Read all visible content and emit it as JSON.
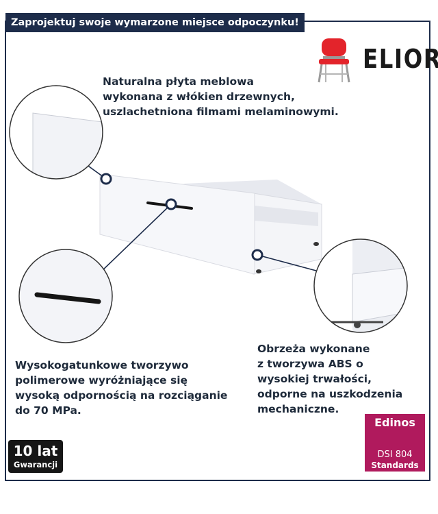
{
  "banner": {
    "title": "Zaprojektuj swoje wymarzone miejsce odpoczynku!"
  },
  "brand": {
    "name": "ELIOR",
    "icon": "chair-icon",
    "accent": "#e3242b"
  },
  "features": {
    "board": "Naturalna płyta meblowa\nwykonana z włókien drzewnych,\nuszlachetniona filmami melaminowymi.",
    "handle": "Wysokogatunkowe tworzywo\npolimerowe wyróżniające się\nwysoką odpornością na rozciąganie\ndo 70 MPa.",
    "edge": "Obrzeża wykonane\nz tworzywa ABS o\nwysokiej trwałości,\nodporne na uszkodzenia\nmechaniczne."
  },
  "badges": {
    "warranty_years": "10 lat",
    "warranty_label": "Gwarancji",
    "edinos_name": "Edinos",
    "edinos_code": "DSI 804",
    "edinos_label": "Standards",
    "edinos_color": "#b01a5d"
  },
  "colors": {
    "navy": "#1d2c4a",
    "panel": "#f1f2f6"
  }
}
